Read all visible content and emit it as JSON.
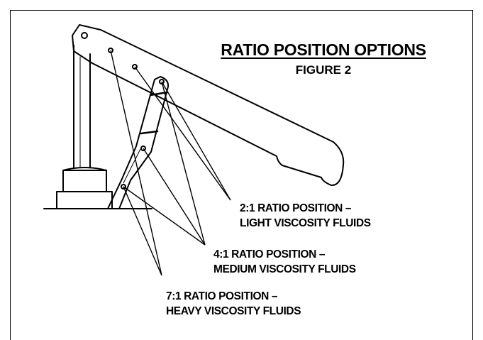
{
  "figure": {
    "title": "RATIO POSITION OPTIONS",
    "subtitle": "FIGURE 2"
  },
  "callouts": [
    {
      "line1": "2:1 RATIO POSITION –",
      "line2": "LIGHT VISCOSITY FLUIDS"
    },
    {
      "line1": "4:1 RATIO POSITION –",
      "line2": "MEDIUM VISCOSITY FLUIDS"
    },
    {
      "line1": "7:1 RATIO POSITION –",
      "line2": "HEAVY VISCOSITY FLUIDS"
    }
  ],
  "colors": {
    "ink": "#000000",
    "background": "#ffffff"
  }
}
